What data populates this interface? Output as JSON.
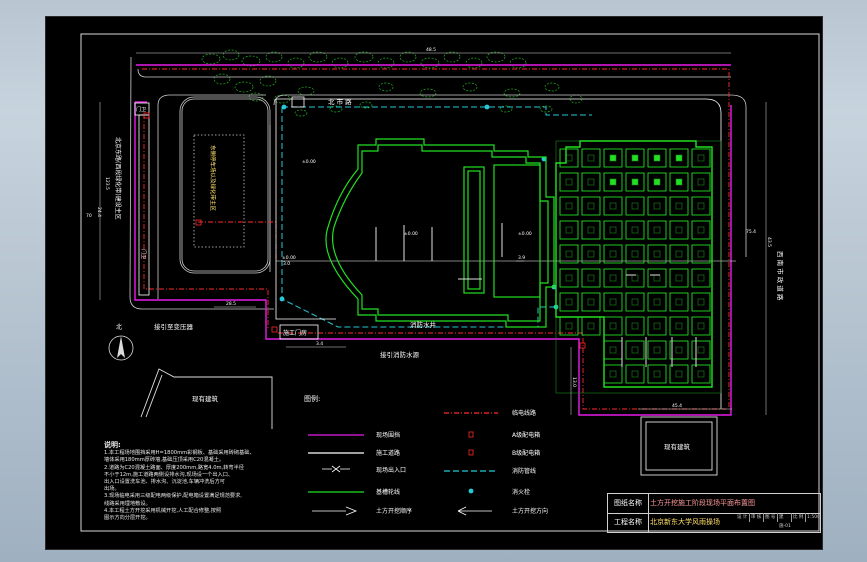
{
  "drawing": {
    "labels": {
      "north_road": "北 市 路",
      "east_road": "西 南 市 政 道 路",
      "west_road": "北京东路(西段绿化带)建设主区",
      "inner_lot": "东侧停车场以及绿化带主区",
      "gate_top": "门卫",
      "gate_left": "门卫",
      "temp_hall": "施工门房",
      "power_lead": "接引至变压器",
      "water_well": "消防水井",
      "water_lead": "接引消防水源",
      "existing_bldg_1": "现有建筑",
      "existing_bldg_2": "现有建筑",
      "north_arrow": "北",
      "legend_heading": "图例:",
      "dims": [
        "48.5",
        "24.4",
        "43.5",
        "3.4",
        "28.5",
        "3.0",
        "13.0",
        "45.4",
        "3.9",
        "123.5",
        "70",
        "75.4"
      ],
      "elev": [
        "±0.00",
        "±0.00",
        "±0.00",
        "±0.00"
      ]
    },
    "legend": [
      {
        "symbol": "magenta-line",
        "label": "现场围挡"
      },
      {
        "symbol": "white-line",
        "label": "施工道路"
      },
      {
        "symbol": "gate-arrows",
        "label": "现场出入口"
      },
      {
        "symbol": "green-line",
        "label": "基槽轮线"
      },
      {
        "symbol": "dig-arrow",
        "label": "土方开挖顺序"
      },
      {
        "symbol": "red-dash",
        "label": "临电线路"
      },
      {
        "symbol": "red-box",
        "label": "A级配电箱"
      },
      {
        "symbol": "red-box",
        "label": "B级配电箱"
      },
      {
        "symbol": "cyan-dash",
        "label": "消防管线"
      },
      {
        "symbol": "cyan-dot",
        "label": "消火栓"
      },
      {
        "symbol": "dig-arrow-2",
        "label": "土方开挖方向"
      }
    ]
  },
  "notes": {
    "title": "说明:",
    "lines": [
      "1.本工程场地围挡采用H=1800mm彩钢板、基础采用砖砌基础、",
      "  墙体采用180mm厚砖墙,基础压顶采用C20混凝土。",
      "2.道路为C20混凝土路面、厚度200mm,路宽4.0m,转弯半径",
      "  不小于12m,施工道路两侧设排水沟,现场设一个出入口、",
      "  出入口设置洗车池、排水沟、沉淀池,车辆冲洗后方可",
      "  出场。",
      "3.现场临电采用三级配电两级保护,配电箱设置满足规范要求,",
      "  线路采用埋地敷设。",
      "4.本工程土方开挖采用机械开挖,人工配合修整,按照",
      "  图示方向分层开挖。"
    ]
  },
  "title_block": {
    "drawing_name_label": "图纸名称",
    "drawing_name": "土方开挖施工阶段现场平面布置图",
    "project_label": "工程名称",
    "project": "北京新东大学风雨操场",
    "cells": [
      "设 计",
      "审 核",
      "图 号",
      "建施-01",
      "比 例",
      "1:500"
    ]
  },
  "colors": {
    "fence": "#e81ce8",
    "road": "#ffffff",
    "foundation": "#22e022",
    "power": "#ff2a2a",
    "fire": "#27c9d6",
    "tree": "#1db41d",
    "grid": "#1b8a1b"
  }
}
